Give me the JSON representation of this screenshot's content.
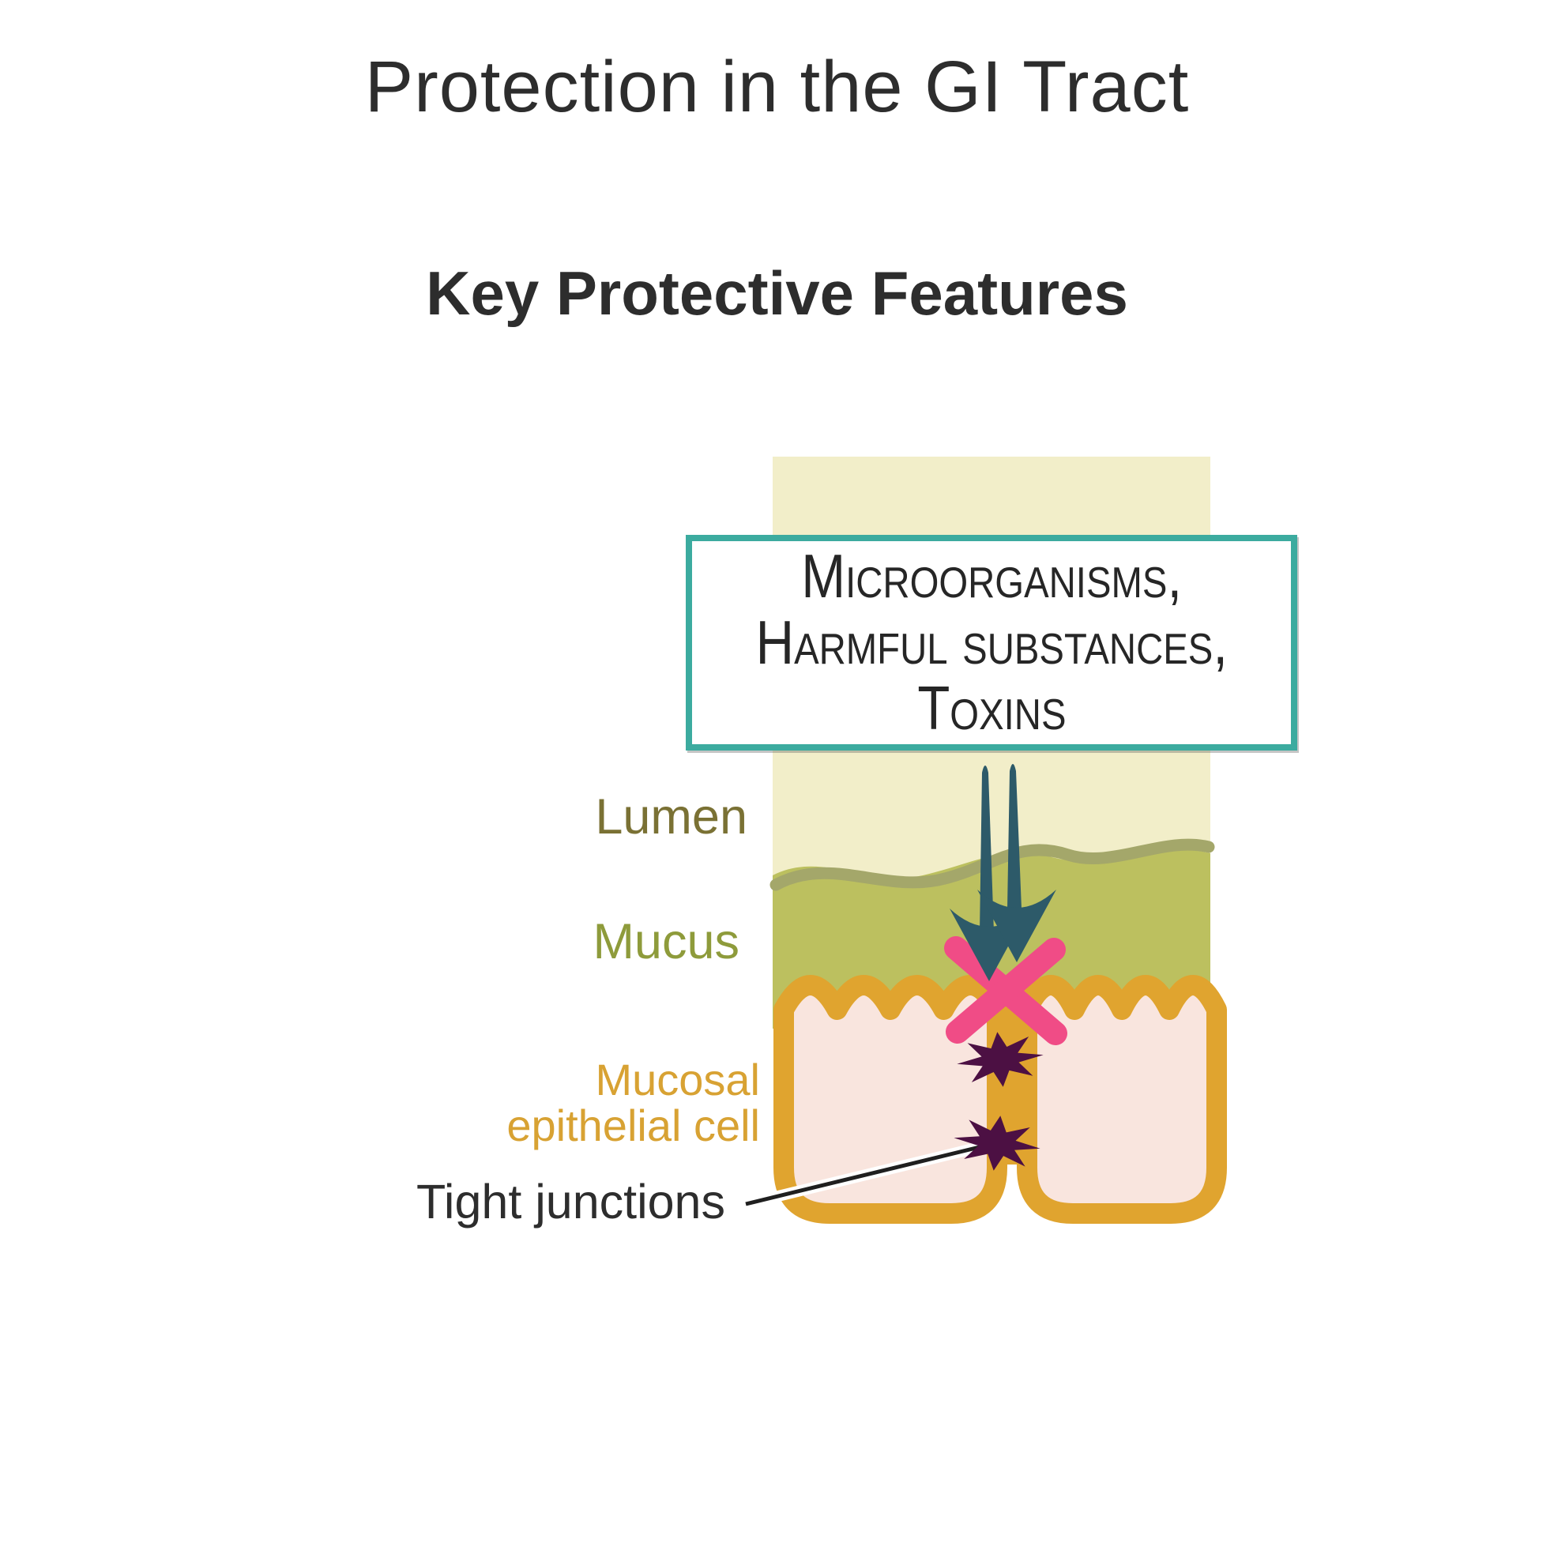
{
  "title": "Protection in the GI Tract",
  "subtitle": "Key Protective Features",
  "callout": {
    "lines": [
      "Microorganisms,",
      "Harmful substances,",
      "Toxins"
    ]
  },
  "labels": {
    "lumen": "Lumen",
    "mucus": "Mucus",
    "mucosal": [
      "Mucosal",
      "epithelial cell"
    ],
    "tight_junctions": "Tight junctions"
  },
  "diagram_parts": [
    "lumen",
    "mucus layer",
    "mucosal epithelial cells",
    "tight junctions",
    "blocked pathogens arrow",
    "blocked cross"
  ],
  "colors": {
    "ink": "#2d2d2d",
    "lumen": "#f2eec9",
    "mucus": "#bcc05f",
    "mucus_surface": "#a4a76a",
    "membrane": "#e0a42f",
    "cell_fill": "#f9e5de",
    "arrow": "#2d5a69",
    "cross": "#f04c86",
    "junction": "#4c1043",
    "box_border": "#3cab9f",
    "lumen_label": "#7a7134",
    "mucus_label": "#8e9b3b",
    "cell_label": "#d8a233",
    "pointer": "#1f1f1f"
  }
}
